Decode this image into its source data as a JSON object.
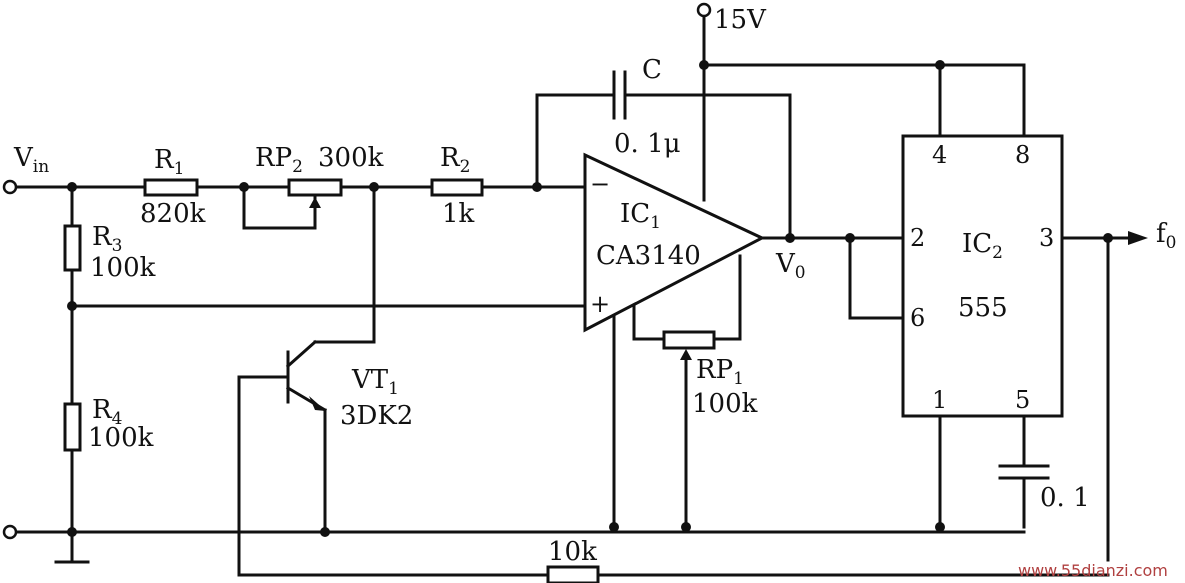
{
  "labels": {
    "vin": "V",
    "vin_sub": "in",
    "r1": "R",
    "r1_sub": "1",
    "r1_val": "820k",
    "rp2": "RP",
    "rp2_sub": "2",
    "rp2_val": "300k",
    "r2": "R",
    "r2_sub": "2",
    "r2_val": "1k",
    "r3": "R",
    "r3_sub": "3",
    "r3_val": "100k",
    "r4": "R",
    "r4_sub": "4",
    "r4_val": "100k",
    "c": "C",
    "c_val": "0. 1μ",
    "supply": "15V",
    "ic1": "IC",
    "ic1_sub": "1",
    "ic1_part": "CA3140",
    "op_minus": "−",
    "op_plus": "+",
    "vo": "V",
    "vo_sub": "0",
    "rp1": "RP",
    "rp1_sub": "1",
    "rp1_val": "100k",
    "vt1": "VT",
    "vt1_sub": "1",
    "vt1_part": "3DK2",
    "ic2": "IC",
    "ic2_sub": "2",
    "ic2_part": "555",
    "pin4": "4",
    "pin8": "8",
    "pin2": "2",
    "pin3": "3",
    "pin6": "6",
    "pin1": "1",
    "pin5": "5",
    "c5_val": "0. 1",
    "fo": "f",
    "fo_sub": "0",
    "r_fb_val": "10k",
    "watermark": "www.55dianzi.com"
  }
}
